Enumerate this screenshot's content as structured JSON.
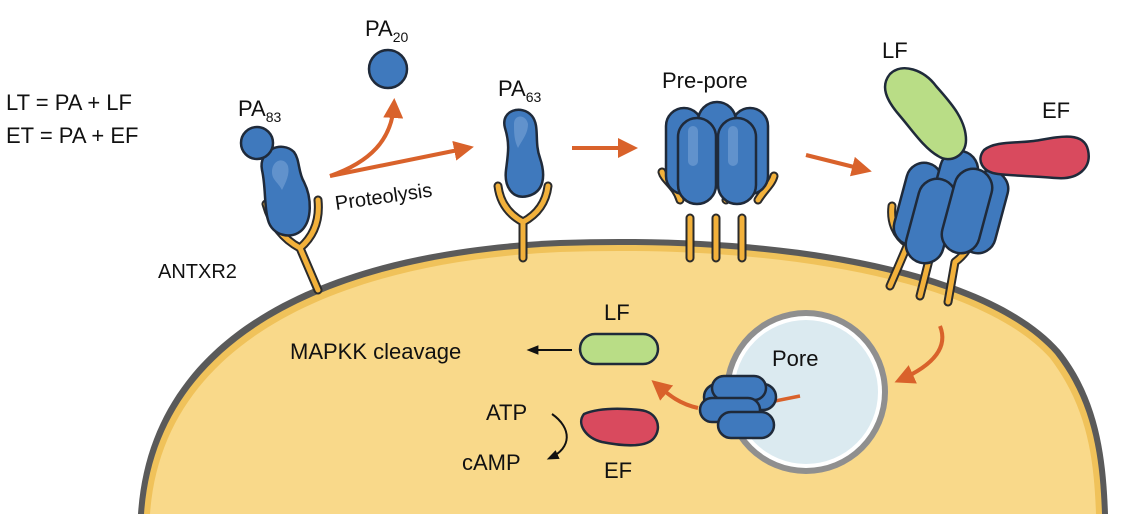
{
  "equations": {
    "lt": "LT = PA + LF",
    "et": "ET = PA + EF"
  },
  "labels": {
    "pa83_base": "PA",
    "pa83_sub": "83",
    "pa20_base": "PA",
    "pa20_sub": "20",
    "pa63_base": "PA",
    "pa63_sub": "63",
    "proteolysis": "Proteolysis",
    "antxr2": "ANTXR2",
    "prepore": "Pre-pore",
    "lf_top": "LF",
    "ef_top": "EF",
    "pore": "Pore",
    "lf_inside": "LF",
    "ef_inside": "EF",
    "mapkk": "MAPKK cleavage",
    "atp": "ATP",
    "camp": "cAMP"
  },
  "colors": {
    "cell": "#f9d98a",
    "membrane": "#5a5a5a",
    "membrane_inner": "#f0c25a",
    "pa": "#3f79bd",
    "receptor": "#f2b13b",
    "arrow": "#d9622b",
    "lf": "#b9dd86",
    "ef": "#d94a5e",
    "pore_vesicle": "#dbeaf0"
  }
}
